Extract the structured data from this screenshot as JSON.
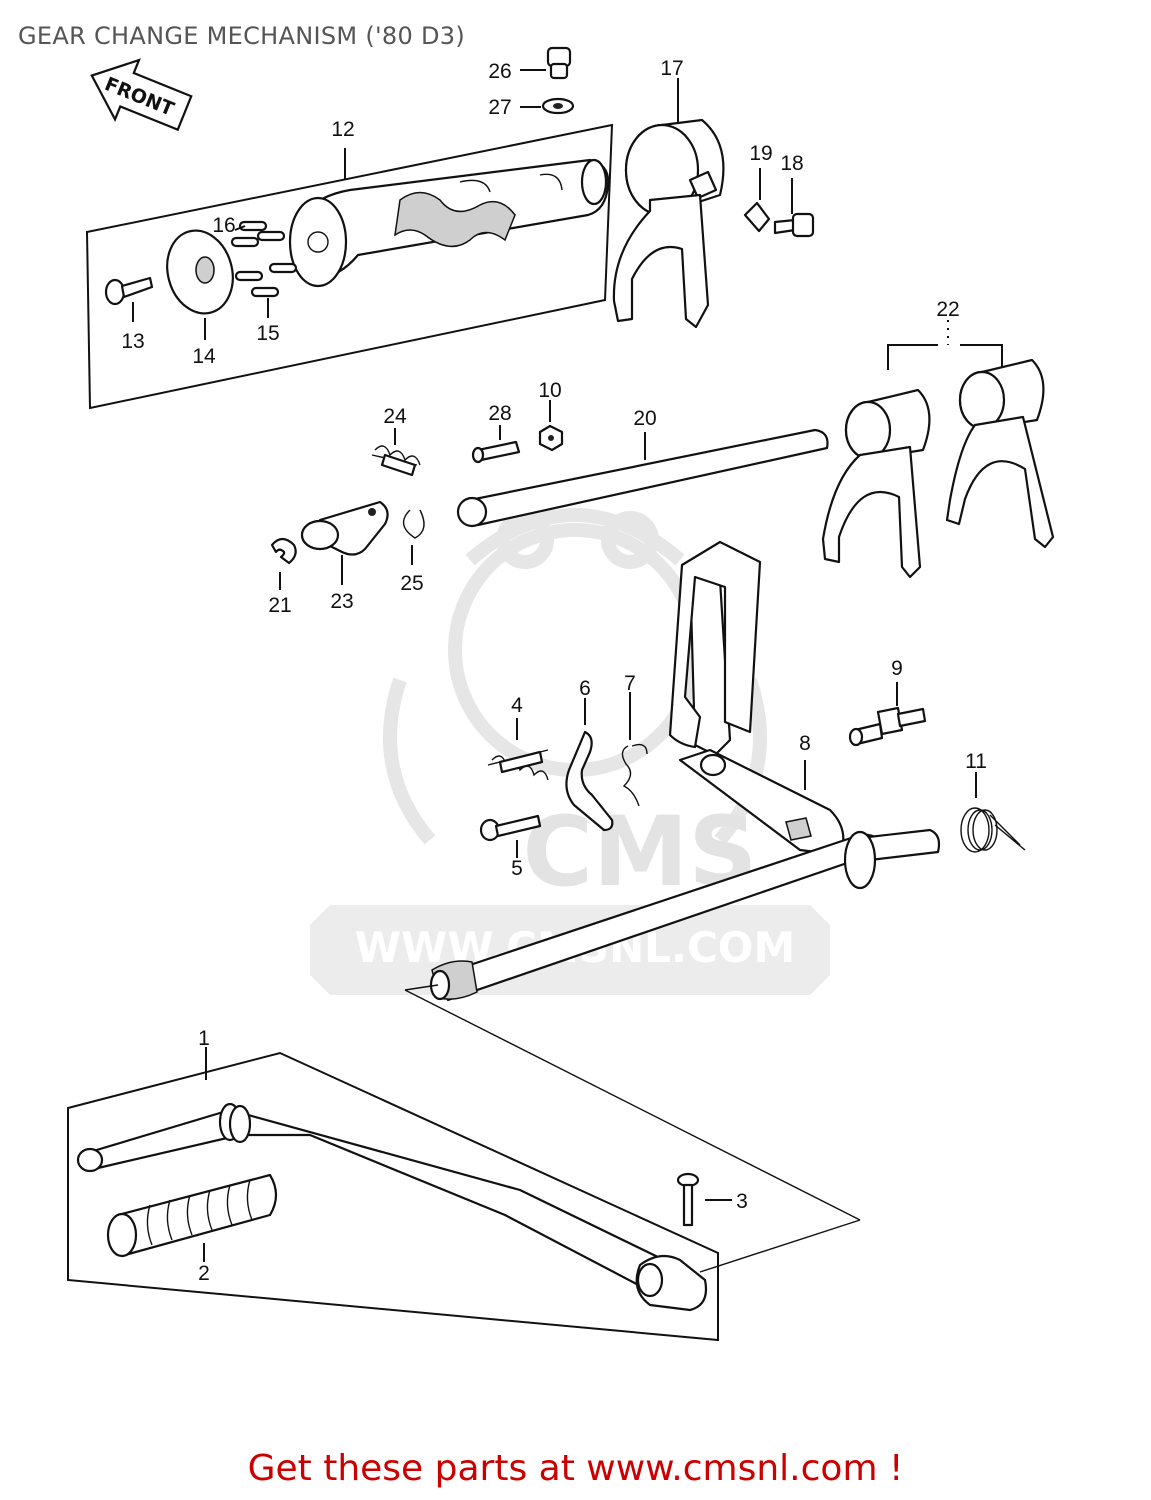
{
  "title": "GEAR CHANGE MECHANISM ('80 D3)",
  "front_label": "FRONT",
  "watermark": {
    "brand": "CMS",
    "url": "WWW.CMSNL.COM"
  },
  "callouts": [
    {
      "num": "1",
      "part": "shift-pedal"
    },
    {
      "num": "2",
      "part": "pedal-rubber"
    },
    {
      "num": "3",
      "part": "clamp-bolt"
    },
    {
      "num": "4",
      "part": "spring"
    },
    {
      "num": "5",
      "part": "bolt"
    },
    {
      "num": "6",
      "part": "stopper-lever"
    },
    {
      "num": "7",
      "part": "spring"
    },
    {
      "num": "8",
      "part": "shift-shaft"
    },
    {
      "num": "9",
      "part": "pin"
    },
    {
      "num": "10",
      "part": "nut"
    },
    {
      "num": "11",
      "part": "return-spring"
    },
    {
      "num": "12",
      "part": "shift-drum-assembly"
    },
    {
      "num": "13",
      "part": "screw"
    },
    {
      "num": "14",
      "part": "plate"
    },
    {
      "num": "15",
      "part": "pin"
    },
    {
      "num": "16",
      "part": "pin"
    },
    {
      "num": "17",
      "part": "shift-fork"
    },
    {
      "num": "18",
      "part": "bolt"
    },
    {
      "num": "19",
      "part": "plate"
    },
    {
      "num": "20",
      "part": "fork-shaft"
    },
    {
      "num": "21",
      "part": "circlip"
    },
    {
      "num": "22",
      "part": "shift-forks"
    },
    {
      "num": "23",
      "part": "positioning-lever"
    },
    {
      "num": "24",
      "part": "spring"
    },
    {
      "num": "25",
      "part": "circlip"
    },
    {
      "num": "26",
      "part": "plug"
    },
    {
      "num": "27",
      "part": "washer"
    },
    {
      "num": "28",
      "part": "bolt"
    }
  ],
  "footer": {
    "text": "Get these parts at www.cmsnl.com !"
  },
  "colors": {
    "title": "#555555",
    "line_art": "#111111",
    "watermark": "#e6e6e6",
    "footer_link": "#cc0000"
  }
}
